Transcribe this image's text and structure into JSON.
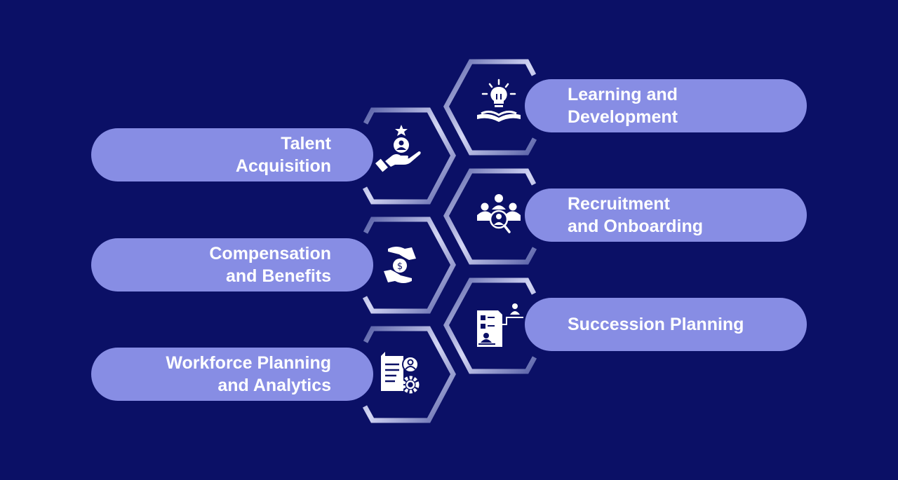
{
  "colors": {
    "background": "#0b1066",
    "pill": "#878de4",
    "text": "#ffffff",
    "hex_stroke_light": "#c9cdf2",
    "hex_stroke_dark": "#5a62a8"
  },
  "left_items": [
    {
      "label": "Talent\nAcquisition",
      "icon": "hand-person-star-icon"
    },
    {
      "label": "Compensation\nand Benefits",
      "icon": "hands-dollar-icon"
    },
    {
      "label": "Workforce Planning\nand Analytics",
      "icon": "document-person-gear-icon"
    }
  ],
  "right_items": [
    {
      "label": "Learning and\nDevelopment",
      "icon": "lightbulb-book-icon"
    },
    {
      "label": "Recruitment\nand Onboarding",
      "icon": "people-magnifier-icon"
    },
    {
      "label": "Succession Planning",
      "icon": "checklist-person-stairs-icon"
    }
  ]
}
